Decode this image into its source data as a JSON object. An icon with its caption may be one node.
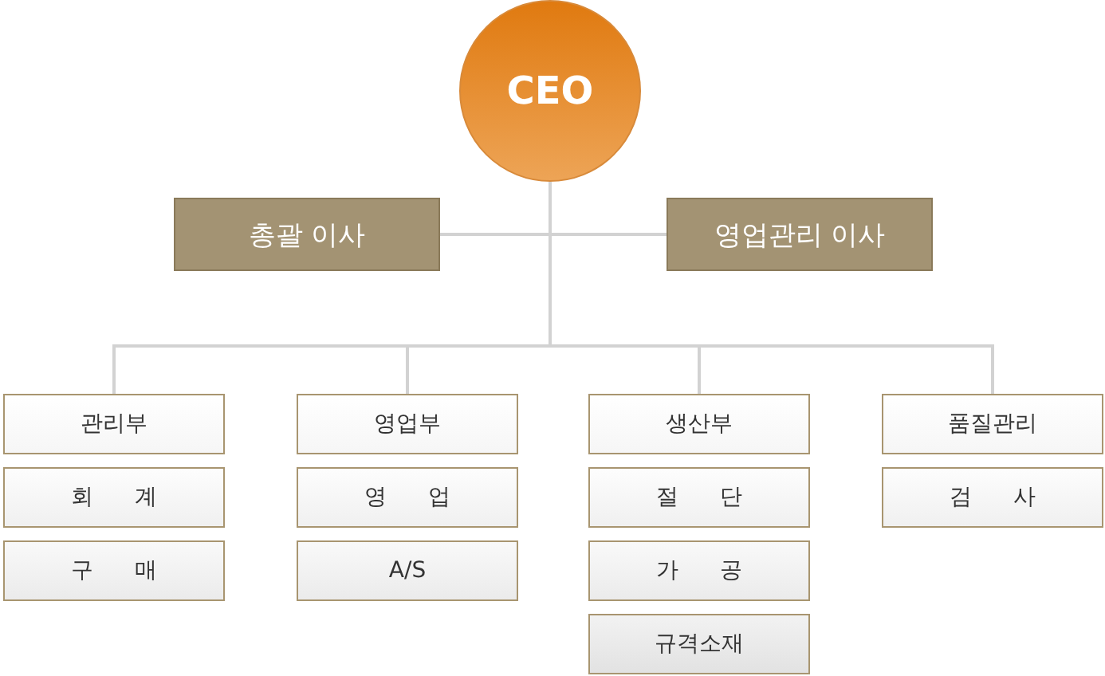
{
  "diagram": {
    "nodes": [
      {
        "text": [
          "CEO"
        ]
      },
      {
        "text": [
          "총괄 이사"
        ]
      },
      {
        "text": [
          "영업관리 이사"
        ]
      },
      {
        "text": [
          "관리부"
        ]
      },
      {
        "text": [
          "영업부"
        ]
      },
      {
        "text": [
          "생산부"
        ]
      },
      {
        "text": [
          "품질관리"
        ]
      },
      {
        "text": [
          "회 계"
        ]
      },
      {
        "text": [
          "영 업"
        ]
      },
      {
        "text": [
          "절 단"
        ]
      },
      {
        "text": [
          "검 사"
        ]
      },
      {
        "text": [
          "구 매"
        ]
      },
      {
        "text": [
          "A/S"
        ]
      },
      {
        "text": [
          "가 공"
        ]
      },
      {
        "text": [
          "규격소재"
        ]
      }
    ],
    "edges": [
      {
        "from": 0,
        "to": 1,
        "arrow": "none"
      },
      {
        "from": 0,
        "to": 2,
        "arrow": "none"
      },
      {
        "from": 0,
        "to": 3,
        "arrow": "none"
      },
      {
        "from": 0,
        "to": 4,
        "arrow": "none"
      },
      {
        "from": 0,
        "to": 5,
        "arrow": "none"
      },
      {
        "from": 0,
        "to": 6,
        "arrow": "none"
      }
    ]
  }
}
